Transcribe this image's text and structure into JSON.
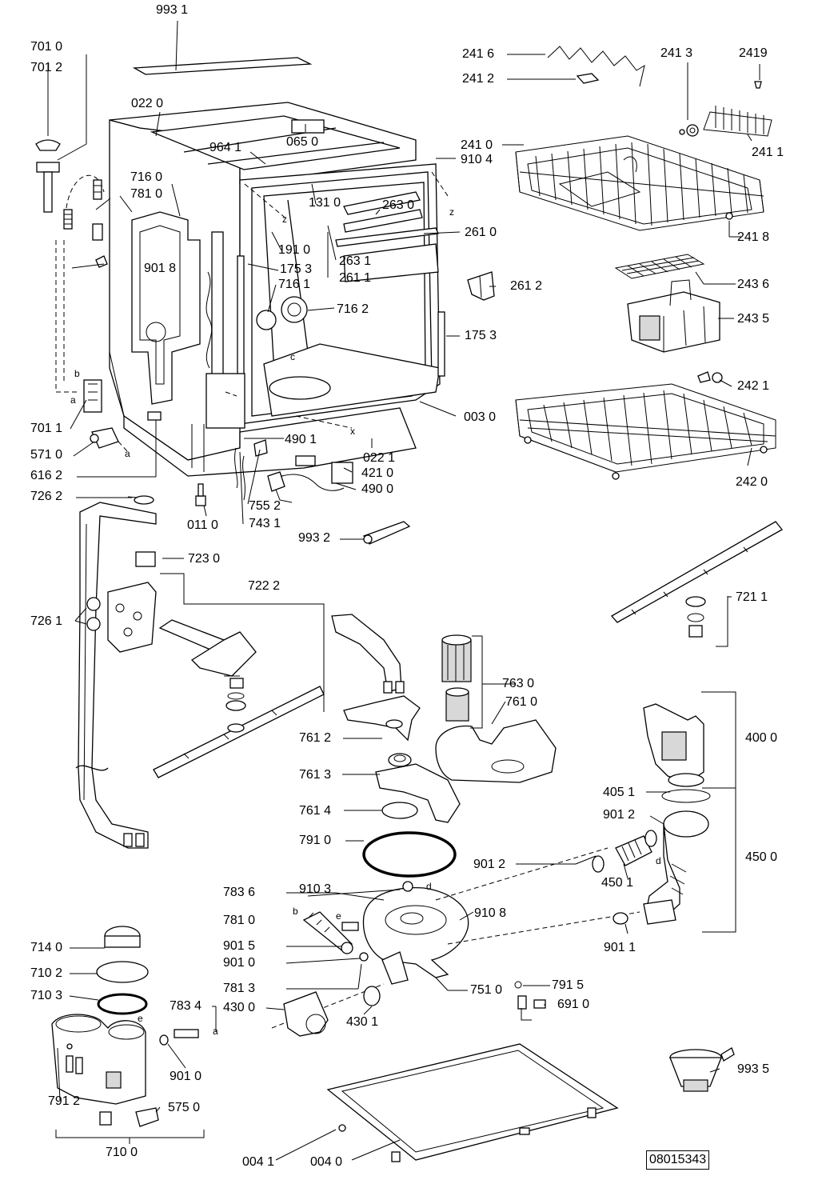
{
  "document_number": "08015343",
  "part_labels": {
    "p9931": "993 1",
    "p7010": "701 0",
    "p7012": "701 2",
    "p0220": "022 0",
    "p0650": "065 0",
    "p9641": "964 1",
    "p7160": "716 0",
    "p7810a": "781 0",
    "p1310": "131 0",
    "p2630": "263 0",
    "p2610": "261 0",
    "p1910": "191 0",
    "p2631": "263 1",
    "p2611": "261 1",
    "p9018": "901 8",
    "p1753a": "175 3",
    "p7161": "716 1",
    "p7162": "716 2",
    "p1753b": "175 3",
    "p2612": "261 2",
    "p2416": "241 6",
    "p2412": "241 2",
    "p2413": "241 3",
    "p2419": "2419",
    "p2410": "241 0",
    "p9104": "910 4",
    "p2411": "241 1",
    "p2418": "241 8",
    "p2436": "243 6",
    "p2435": "243 5",
    "p2421": "242 1",
    "p2420": "242 0",
    "p7011": "701 1",
    "p5710": "571 0",
    "p6162": "616 2",
    "p4901": "490 1",
    "p0030": "003 0",
    "p0221": "022 1",
    "p4210": "421 0",
    "p4900": "490 0",
    "p7552": "755 2",
    "p7431": "743 1",
    "p0110": "011 0",
    "p7262": "726 2",
    "p9932": "993 2",
    "p7230": "723 0",
    "p7222": "722 2",
    "p7261": "726 1",
    "p7211": "721 1",
    "p7630": "763 0",
    "p7610": "761 0",
    "p7612": "761 2",
    "p4000": "400 0",
    "p7613": "761 3",
    "p4051": "405 1",
    "p9012a": "901 2",
    "p7614": "761 4",
    "p7910": "791 0",
    "p4500": "450 0",
    "p9012b": "901 2",
    "p4501": "450 1",
    "p7836": "783 6",
    "p9103": "910 3",
    "p9108": "910 8",
    "p7810b": "781 0",
    "p7140": "714 0",
    "p9015": "901 5",
    "p9011": "901 1",
    "p9010a": "901 0",
    "p7102": "710 2",
    "p7813": "781 3",
    "p7510": "751 0",
    "p7915": "791 5",
    "p7103": "710 3",
    "p7834": "783 4",
    "p4300": "430 0",
    "p6910": "691 0",
    "p4301": "430 1",
    "p9010b": "901 0",
    "p9935": "993 5",
    "p7912": "791 2",
    "p5750": "575 0",
    "p7100": "710 0",
    "p0041": "004 1",
    "p0040": "004 0"
  },
  "letter_marks": {
    "z1": "z",
    "z2": "z",
    "b1": "b",
    "a1": "a",
    "a2": "a",
    "c1": "c",
    "x1": "x",
    "d1": "d",
    "d2": "d",
    "b2": "b",
    "e1": "e",
    "e2": "e",
    "a3": "a"
  }
}
